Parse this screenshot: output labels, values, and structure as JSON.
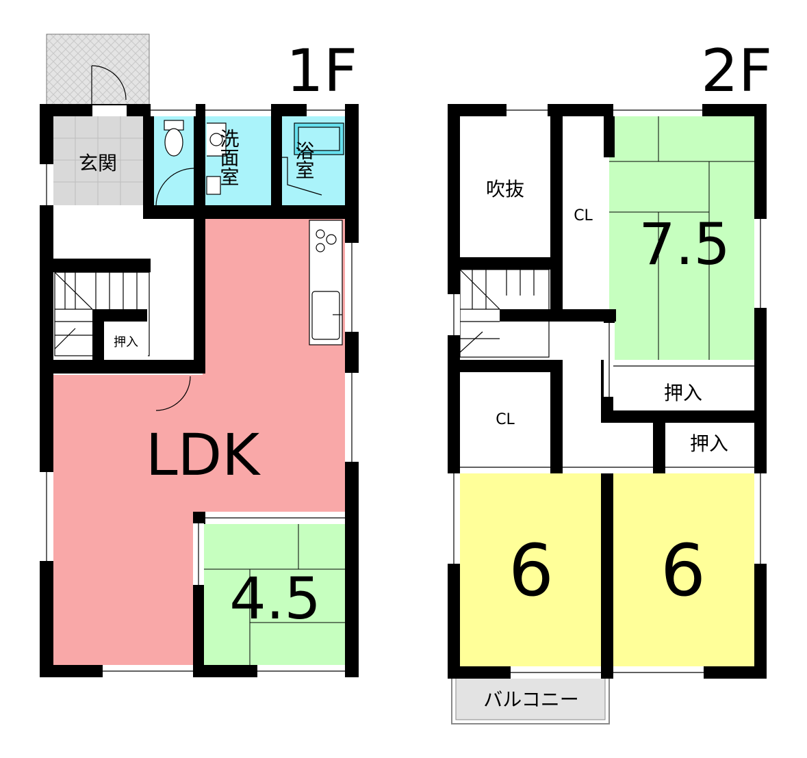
{
  "floors": [
    {
      "label": "1F",
      "rooms": {
        "entrance": "玄関",
        "washroom": "洗面室",
        "bath": "浴室",
        "closet": "押入",
        "ldk": "LDK",
        "tatami": "4.5"
      }
    },
    {
      "label": "2F",
      "rooms": {
        "void": "吹抜",
        "closet_a": "CL",
        "tatami": "7.5",
        "oshiire_a": "押入",
        "closet_b": "CL",
        "oshiire_b": "押入",
        "room_left": "6",
        "room_right": "6",
        "balcony": "バルコニー"
      }
    }
  ],
  "colors": {
    "ldk": "#f9a8a8",
    "tatami": "#c6ffbf",
    "western": "#ffff99",
    "wet": "#aaf3fa",
    "entrance": "#d9d9d9",
    "wall": "#000000"
  }
}
